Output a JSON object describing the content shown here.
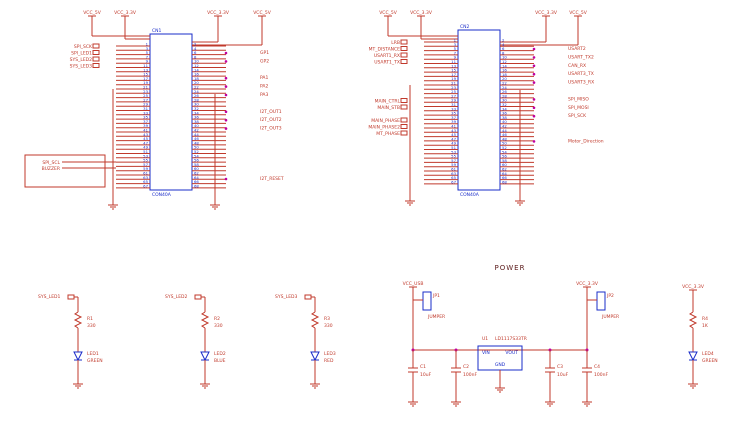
{
  "power_title": "POWER",
  "connectors": [
    {
      "ref": "CN1",
      "part": "CON40A",
      "rails": [
        "VCC_5V",
        "VCC_3.3V",
        "VCC_3.3V",
        "VCC_5V"
      ],
      "left_labels": [
        "SPI_SCK",
        "SPI_LED1",
        "SYS_LED2",
        "SYS_LED3",
        "",
        "",
        "",
        "",
        "",
        "",
        "",
        "",
        "",
        "",
        "",
        "",
        ""
      ],
      "right_labels": [
        "GP1",
        "GP2",
        "",
        "PA1",
        "PA2",
        "PA3",
        "",
        "I2T_OUT1",
        "I2T_OUT2",
        "I2T_OUT3",
        "",
        "",
        "",
        "",
        "",
        "I2T_RESET"
      ],
      "box_labels": [
        "SPI_SCL",
        "BUZZER"
      ]
    },
    {
      "ref": "CN2",
      "part": "CON40A",
      "rails": [
        "VCC_5V",
        "VCC_3.3V",
        "VCC_3.3V",
        "VCC_5V"
      ],
      "left_labels": [
        "LRB",
        "MT_DISTANCE",
        "USART1_RX",
        "USART1_TX",
        "",
        "",
        "",
        "",
        "",
        "MAIN_CTRL",
        "MAIN_STB",
        "",
        "MAIN_PHASE",
        "MAIN_PHASE2",
        "MT_PHASE"
      ],
      "right_labels": [
        "USART2",
        "USART_TX2",
        "CAN_RX",
        "USART3_TX",
        "USART3_RX",
        "",
        "SPI_MISO",
        "SPI_MOSI",
        "SPI_SCK",
        "",
        "",
        "Motor_Direction"
      ]
    }
  ],
  "leds": [
    {
      "net": "SYS_LED1",
      "resistor": "R1",
      "res_value": "330",
      "led": "LED1",
      "color": "GREEN"
    },
    {
      "net": "SYS_LED2",
      "resistor": "R2",
      "res_value": "330",
      "led": "LED2",
      "color": "BLUE"
    },
    {
      "net": "SYS_LED3",
      "resistor": "R3",
      "res_value": "330",
      "led": "LED3",
      "color": "RED"
    },
    {
      "net": "VCC_3.3V",
      "resistor": "R4",
      "res_value": "1K",
      "led": "LED4",
      "color": "GREEN"
    }
  ],
  "power": {
    "in_rail": "VCC_USB",
    "out_rail": "VCC_3.3V",
    "jumper1": "JP1",
    "jumper1_label": "JUMPER",
    "jumper2": "JP2",
    "jumper2_label": "JUMPER",
    "reg_ref": "U1",
    "reg_part": "LD1117S33TR",
    "reg_pins": [
      "VIN",
      "VOUT",
      "GND"
    ],
    "caps": [
      {
        "ref": "C1",
        "value": "10uF"
      },
      {
        "ref": "C2",
        "value": "100nF"
      },
      {
        "ref": "C3",
        "value": "10uF"
      },
      {
        "ref": "C4",
        "value": "100nF"
      }
    ]
  }
}
